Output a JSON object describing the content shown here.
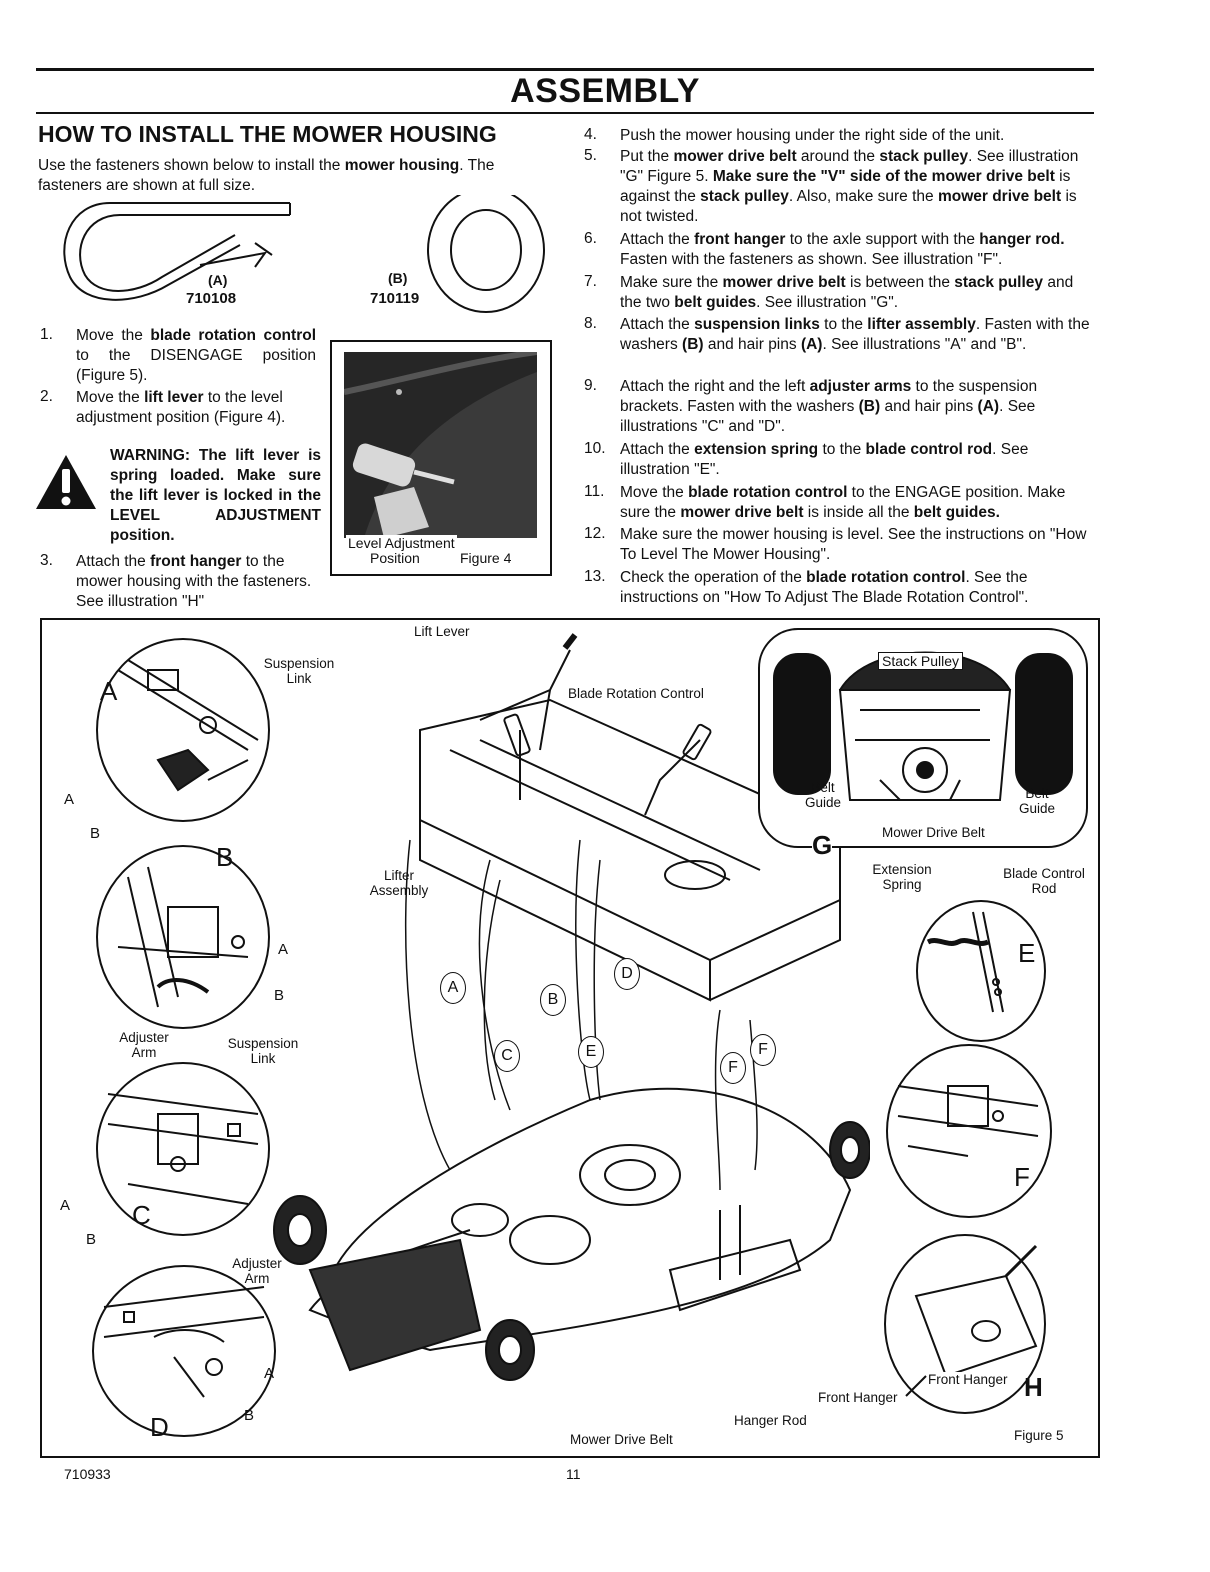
{
  "header": {
    "title": "ASSEMBLY"
  },
  "section": {
    "title": "HOW TO INSTALL THE MOWER HOUSING",
    "intro_pre": "Use the fasteners shown below to install the ",
    "intro_bold": "mower housing",
    "intro_post": ". The fasteners are shown at full size."
  },
  "fasteners": {
    "a_letter": "(A)",
    "a_part": "710108",
    "b_letter": "(B)",
    "b_part": "710119"
  },
  "left_steps": [
    {
      "num": "1.",
      "pre": "Move the ",
      "bold": "blade rotation control",
      "post": " to the DISENGAGE position (Figure 5)."
    },
    {
      "num": "2.",
      "pre": "Move the ",
      "bold": "lift lever",
      "post": " to the level adjustment position (Figure 4)."
    },
    {
      "num": "3.",
      "pre": "Attach the ",
      "bold": "front hanger",
      "post": " to the mower housing with the fasteners. See illustration \"H\""
    }
  ],
  "warning": {
    "text": "WARNING: The lift lever is spring loaded. Make sure the lift lever is locked in the LEVEL ADJUSTMENT position."
  },
  "figure4": {
    "caption_line1": "Level Adjustment",
    "caption_line2": "Position",
    "label": "Figure 4"
  },
  "right_steps": [
    {
      "num": "4.",
      "html": "Push the mower housing under the right side of the unit."
    },
    {
      "num": "5.",
      "html": "Put the <b>mower drive belt</b> around the <b>stack pulley</b>. See illustration \"G\" Figure 5. <b>Make sure the \"V\" side of the mower drive belt</b> is against the <b>stack pulley</b>. Also, make sure the <b>mower drive belt</b> is not twisted."
    },
    {
      "num": "6.",
      "html": "Attach the <b>front hanger</b> to the axle support with the <b>hanger rod.</b> Fasten with the fasteners as shown. See illustration \"F\"."
    },
    {
      "num": "7.",
      "html": "Make sure the <b>mower drive belt</b> is between the <b>stack pulley</b> and the two <b>belt guides</b>. See illustration \"G\"."
    },
    {
      "num": "8.",
      "html": "Attach the <b>suspension links</b> to the <b>lifter assembly</b>. Fasten with the washers <b>(B)</b> and hair pins <b>(A)</b>. See illustrations \"A\" and \"B\"."
    },
    {
      "num": "9.",
      "html": "Attach the right and the left <b>adjuster arms</b> to the suspension brackets. Fasten with the washers <b>(B)</b> and hair pins <b>(A)</b>. See illustrations \"C\" and \"D\"."
    },
    {
      "num": "10.",
      "html": "Attach the <b>extension spring</b> to the <b>blade control rod</b>. See illustration \"E\"."
    },
    {
      "num": "11.",
      "html": "Move the <b>blade rotation control</b> to the ENGAGE position. Make sure the <b>mower drive belt</b> is inside all the <b>belt guides.</b>"
    },
    {
      "num": "12.",
      "html": "Make sure the mower housing is level. See the instructions on \"How To Level The Mower Housing\"."
    },
    {
      "num": "13.",
      "html": "Check the operation of the <b>blade rotation control</b>. See the instructions on \"How To Adjust The Blade Rotation Control\"."
    }
  ],
  "figure5": {
    "lift_lever": "Lift Lever",
    "blade_rotation_control": "Blade Rotation Control",
    "suspension_link_top": "Suspension Link",
    "lifter_assembly": "Lifter Assembly",
    "stack_pulley": "Stack Pulley",
    "belt_guide_left": "Belt Guide",
    "belt_guide_right": "Belt Guide",
    "mower_drive_belt_g": "Mower Drive Belt",
    "extension_spring": "Extension Spring",
    "blade_control_rod": "Blade Control Rod",
    "adjuster_arm_c": "Adjuster Arm",
    "suspension_link_b": "Suspension Link",
    "adjuster_arm_d": "Adjuster Arm",
    "front_hanger": "Front Hanger",
    "front_hanger_h": "Front Hanger",
    "hanger_rod": "Hanger Rod",
    "mower_drive_belt": "Mower Drive Belt",
    "figure_label": "Figure 5",
    "inset_letters": {
      "a": "A",
      "b": "B",
      "c": "C",
      "d": "D",
      "e": "E",
      "f": "F",
      "g": "G",
      "h": "H"
    },
    "small_a": "A",
    "small_b": "B",
    "path_letters": {
      "a": "A",
      "b": "B",
      "c": "C",
      "d": "D",
      "e": "E",
      "f": "F"
    }
  },
  "footer": {
    "part_number": "710933",
    "page_number": "11"
  }
}
